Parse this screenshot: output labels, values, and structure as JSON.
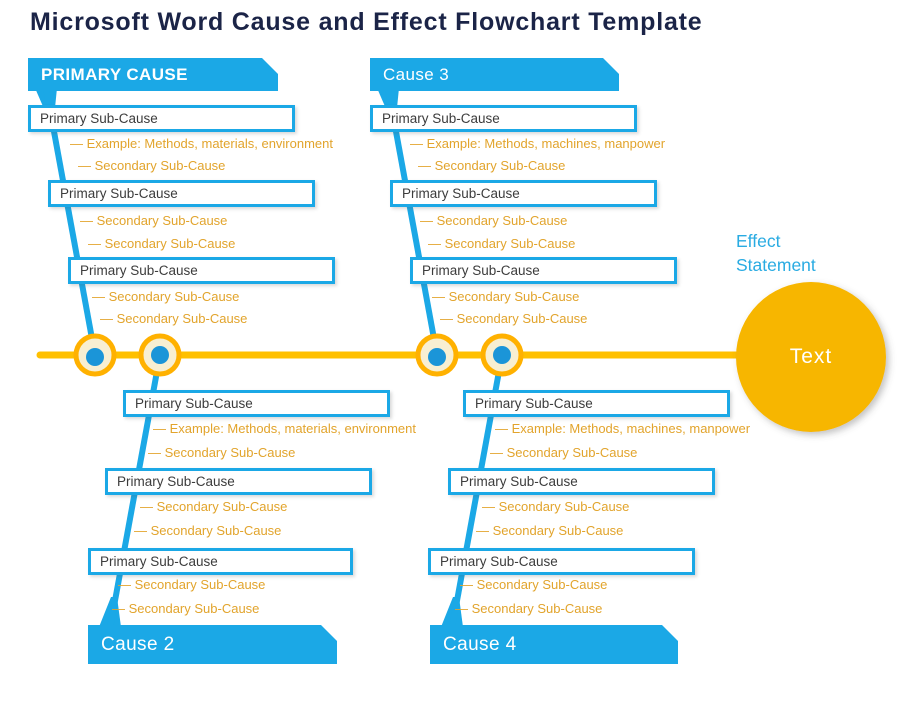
{
  "title": "Microsoft Word Cause and Effect Flowchart Template",
  "effect": {
    "label": "Effect Statement",
    "node_text": "Text"
  },
  "colors": {
    "accent_cyan": "#1BA8E6",
    "dot_blue": "#1B95D8",
    "spine_gold": "#FFC000",
    "ring_gold": "#FFB100",
    "junction_cream": "#F8EFD2",
    "effect_gold": "#F7B600",
    "annotation_orange": "#E2A42C",
    "title_navy": "#1B2447"
  },
  "branches": [
    {
      "name": "primary-cause",
      "title": "PRIMARY CAUSE",
      "boxes": [
        "Primary Sub-Cause",
        "Primary Sub-Cause",
        "Primary Sub-Cause"
      ],
      "lines": [
        "— Example: Methods, materials, environment",
        "— Secondary Sub-Cause",
        "— Secondary Sub-Cause",
        "— Secondary Sub-Cause",
        "— Secondary Sub-Cause",
        "— Secondary Sub-Cause"
      ]
    },
    {
      "name": "cause-3",
      "title": "Cause 3",
      "boxes": [
        "Primary Sub-Cause",
        "Primary Sub-Cause",
        "Primary Sub-Cause"
      ],
      "lines": [
        "— Example: Methods, machines, manpower",
        "— Secondary Sub-Cause",
        "— Secondary Sub-Cause",
        "— Secondary Sub-Cause",
        "— Secondary Sub-Cause",
        "— Secondary Sub-Cause"
      ]
    },
    {
      "name": "cause-2",
      "title": "Cause 2",
      "boxes": [
        "Primary Sub-Cause",
        "Primary Sub-Cause",
        "Primary Sub-Cause"
      ],
      "lines": [
        "— Example: Methods, materials, environment",
        "— Secondary Sub-Cause",
        "— Secondary Sub-Cause",
        "— Secondary Sub-Cause",
        "— Secondary Sub-Cause",
        "— Secondary Sub-Cause"
      ]
    },
    {
      "name": "cause-4",
      "title": "Cause 4",
      "boxes": [
        "Primary Sub-Cause",
        "Primary Sub-Cause",
        "Primary Sub-Cause"
      ],
      "lines": [
        "— Example: Methods, machines, manpower",
        "— Secondary Sub-Cause",
        "— Secondary Sub-Cause",
        "— Secondary Sub-Cause",
        "— Secondary Sub-Cause",
        "— Secondary Sub-Cause"
      ]
    }
  ]
}
